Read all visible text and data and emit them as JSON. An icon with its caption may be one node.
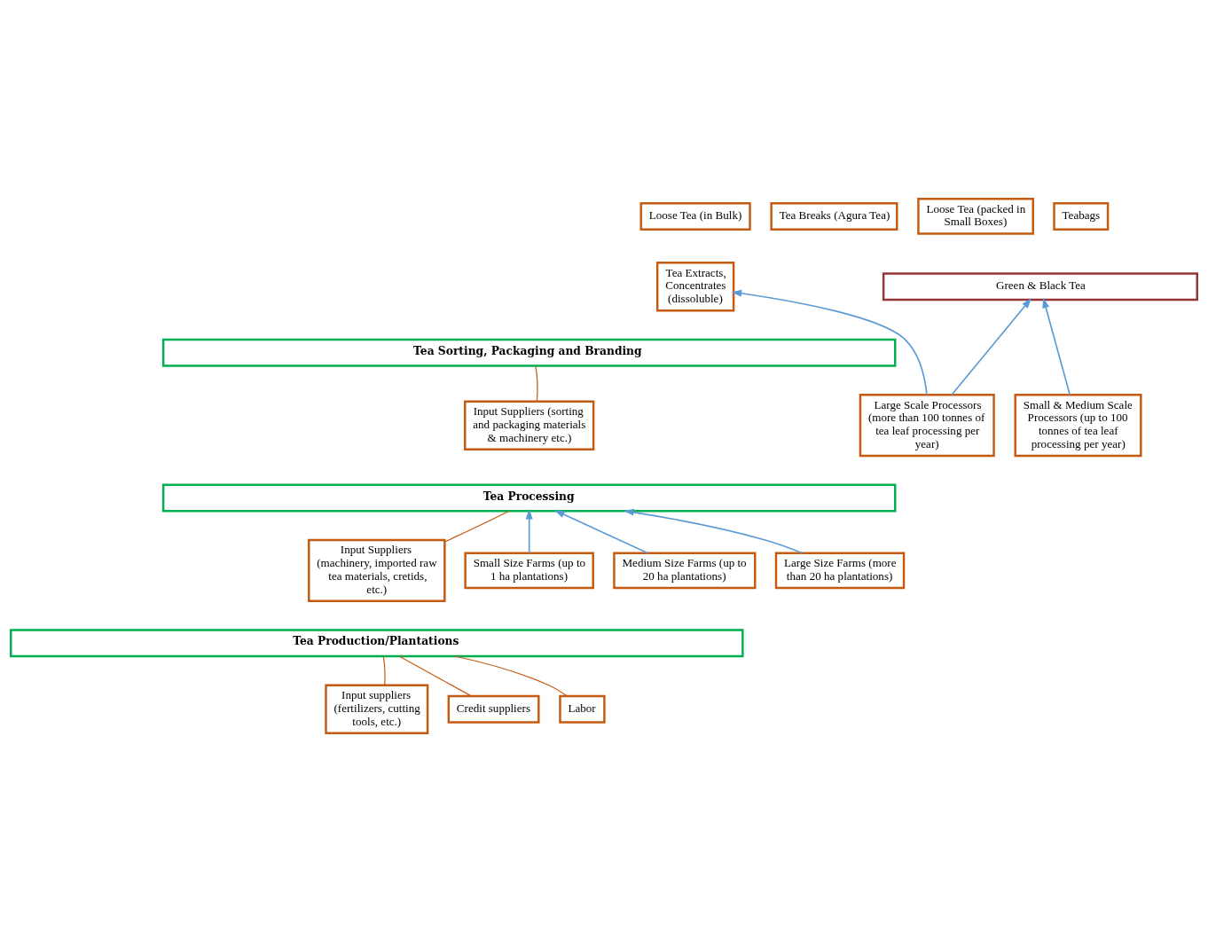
{
  "diagram": {
    "nodes": [
      {
        "text": [
          "Tea Extracts, Concentrates (dissoluble)"
        ]
      },
      {
        "text": [
          "Loose Tea (in Bulk)"
        ]
      },
      {
        "text": [
          "Tea Breaks (Agura Tea)"
        ]
      },
      {
        "text": [
          "Loose Tea (packed in Small Boxes)"
        ]
      },
      {
        "text": [
          "Teabags"
        ]
      },
      {
        "text": [
          "Green & Black Tea"
        ]
      },
      {
        "text": [
          "Tea Sorting, Packaging and Branding"
        ]
      },
      {
        "text": [
          "Input Suppliers (sorting and packaging materials & machinery etc.)"
        ]
      },
      {
        "text": [
          "Small & Medium Scale Processors (up to 100 tonnes of tea leaf processing per year)"
        ]
      },
      {
        "text": [
          "Large Scale Processors (more than 100 tonnes of tea leaf processing per year)"
        ]
      },
      {
        "text": [
          "Tea Processing"
        ]
      },
      {
        "text": [
          "Input Suppliers (machinery, imported raw tea materials, cretids, etc.)"
        ]
      },
      {
        "text": [
          "Small Size Farms (up to 1 ha plantations)"
        ]
      },
      {
        "text": [
          "Medium Size Farms (up to 20 ha plantations)"
        ]
      },
      {
        "text": [
          "Large Size Farms (more than 20 ha plantations)"
        ]
      },
      {
        "text": [
          "Tea Production/Plantations"
        ]
      },
      {
        "text": [
          "Input suppliers (fertilizers, cutting tools, etc.)"
        ]
      },
      {
        "text": [
          "Credit suppliers"
        ]
      },
      {
        "text": [
          "Labor"
        ]
      }
    ],
    "edges": [
      {
        "from": 7,
        "to": 6,
        "arrow": "none",
        "color": "#c55a11"
      },
      {
        "from": 8,
        "to": 5,
        "arrow": "to"
      },
      {
        "from": 9,
        "to": 5,
        "arrow": "to"
      },
      {
        "from": 9,
        "to": 0,
        "arrow": "to"
      },
      {
        "from": 11,
        "to": 10,
        "arrow": "none",
        "color": "#c55a11"
      },
      {
        "from": 12,
        "to": 10,
        "arrow": "to"
      },
      {
        "from": 13,
        "to": 10,
        "arrow": "to"
      },
      {
        "from": 14,
        "to": 10,
        "arrow": "to"
      },
      {
        "from": 15,
        "to": 16,
        "arrow": "none",
        "color": "#c55a11"
      },
      {
        "from": 15,
        "to": 17,
        "arrow": "none",
        "color": "#c55a11"
      },
      {
        "from": 15,
        "to": 18,
        "arrow": "none",
        "color": "#c55a11"
      }
    ]
  }
}
